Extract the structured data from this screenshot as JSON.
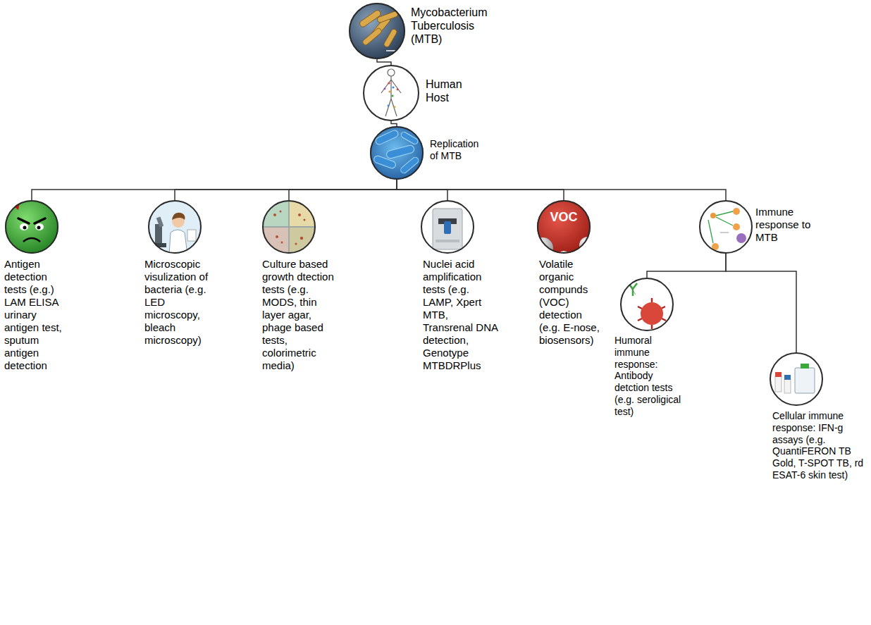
{
  "diagram": {
    "nodes": [
      {
        "text": [
          "Mycobacterium Tuberculosis (MTB)"
        ]
      },
      {
        "text": [
          "Human Host"
        ]
      },
      {
        "text": [
          "Replication of MTB"
        ]
      },
      {
        "text": [
          "Antigen detection tests (e.g.) LAM ELISA urinary antigen test, sputum antigen detection"
        ]
      },
      {
        "text": [
          "Microscopic visulization of bacteria (e.g. LED microscopy, bleach microscopy)"
        ]
      },
      {
        "text": [
          "Culture based growth dtection tests (e.g. MODS, thin layer agar, phage based tests, colorimetric media)"
        ]
      },
      {
        "text": [
          "Nuclei acid amplification tests (e.g. LAMP, Xpert MTB, Transrenal DNA detection, Genotype MTBDRPlus"
        ]
      },
      {
        "text": [
          "VOC",
          "Volatile organic compunds (VOC) detection (e.g. E-nose, biosensors)"
        ]
      },
      {
        "text": [
          "Immune response to MTB"
        ]
      },
      {
        "text": [
          "Humoral immune response: Antibody detction tests (e.g. seroligical test)"
        ]
      },
      {
        "text": [
          "Cellular immune response: IFN-g assays (e.g. QuantiFERON TB Gold, T-SPOT TB, rd ESAT-6 skin test)"
        ]
      }
    ],
    "edges": [
      {
        "from": 0,
        "to": 1,
        "arrow": "none"
      },
      {
        "from": 1,
        "to": 2,
        "arrow": "none"
      },
      {
        "from": 2,
        "to": 3,
        "arrow": "none"
      },
      {
        "from": 2,
        "to": 4,
        "arrow": "none"
      },
      {
        "from": 2,
        "to": 5,
        "arrow": "none"
      },
      {
        "from": 2,
        "to": 6,
        "arrow": "none"
      },
      {
        "from": 2,
        "to": 7,
        "arrow": "none"
      },
      {
        "from": 2,
        "to": 8,
        "arrow": "none"
      },
      {
        "from": 8,
        "to": 9,
        "arrow": "none"
      },
      {
        "from": 8,
        "to": 10,
        "arrow": "none"
      }
    ]
  }
}
